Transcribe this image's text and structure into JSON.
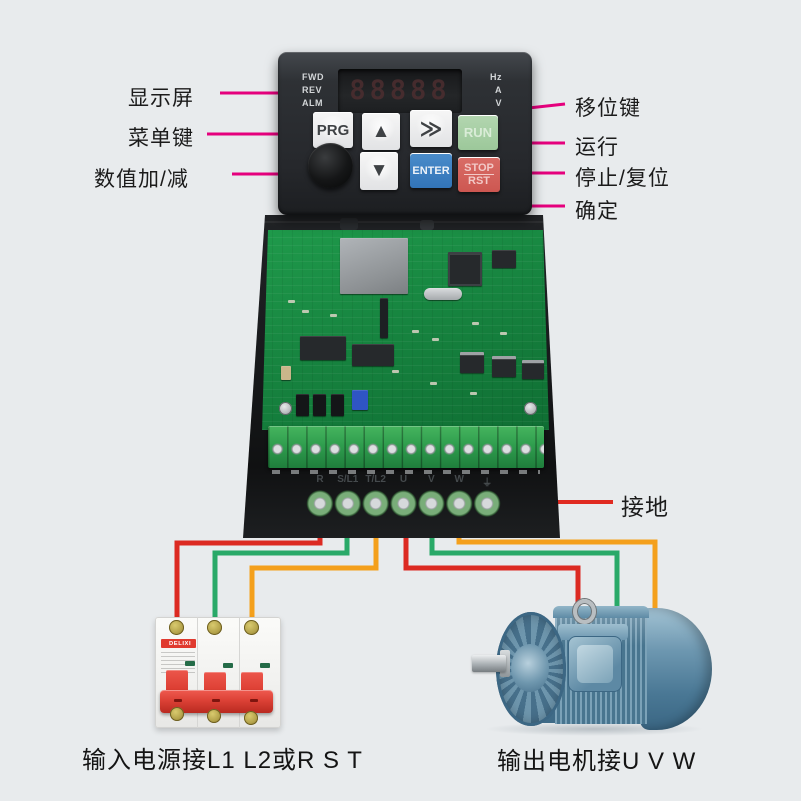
{
  "device": {
    "keypad": {
      "display_digits": "88888",
      "indicators_left": [
        "FWD",
        "REV",
        "ALM"
      ],
      "indicators_right": [
        "Hz",
        "A",
        "V"
      ],
      "buttons": {
        "prg": "PRG",
        "up": "▲",
        "shift": "≫",
        "run": "RUN",
        "down": "▼",
        "enter": "ENTER",
        "stop_top": "STOP",
        "stop_bottom": "RST"
      }
    },
    "power_terminal_labels": [
      "R",
      "S/L1",
      "T/L2",
      "U",
      "V",
      "W",
      "⏚"
    ]
  },
  "callouts": {
    "display": "显示屏",
    "menu": "菜单键",
    "value_updown": "数值加/减",
    "shift": "移位键",
    "run": "运行",
    "stop_reset": "停止/复位",
    "enter": "确定",
    "ground": "接地"
  },
  "footer": {
    "input_label": "输入电源接L1  L2或R S T",
    "output_label": "输出电机接U V W"
  },
  "breaker": {
    "brand": "DELIXI"
  },
  "colors": {
    "background": "#e8ebed",
    "callout_line": "#e5007d",
    "ground_line": "#e02a21",
    "wire_red": "#dc2a22",
    "wire_green": "#29a968",
    "wire_orange": "#f4a01c"
  }
}
